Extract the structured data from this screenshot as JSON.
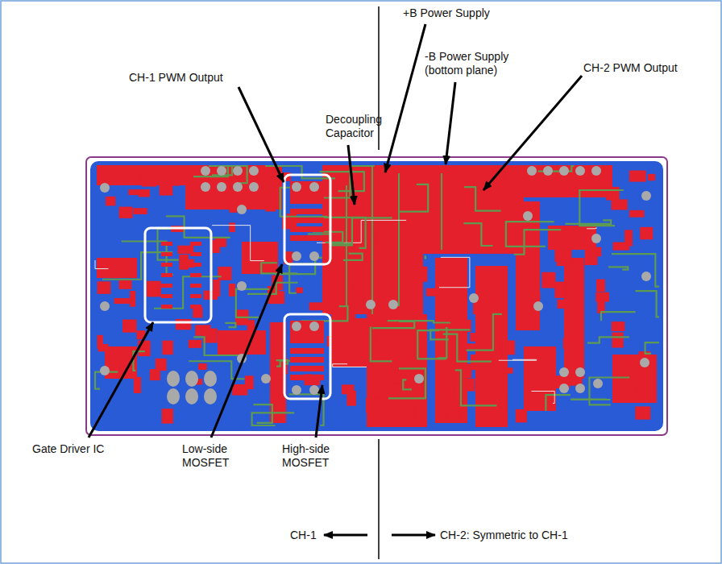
{
  "diagram": {
    "labels": [
      "+B Power Supply",
      "CH-1 PWM Output",
      "Decoupling Capacitor",
      "-B Power Supply (bottom plane)",
      "CH-2 PWM Output",
      "Gate Driver IC",
      "Low-side MOSFET",
      "High-side MOSFET",
      "CH-1",
      "CH-2: Symmetric to CH-1"
    ]
  }
}
